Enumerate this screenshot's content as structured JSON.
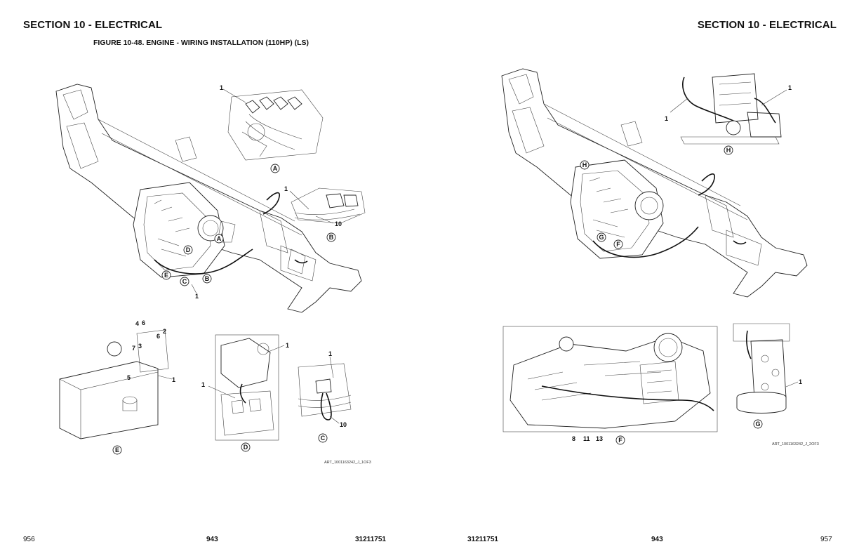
{
  "header": {
    "section_left": "SECTION 10 - ELECTRICAL",
    "section_right": "SECTION 10 - ELECTRICAL",
    "figure_title": "FIGURE 10-48. ENGINE - WIRING INSTALLATION (110HP) (LS)"
  },
  "left_page": {
    "art_code": "ART_1001163242_J_1OF3",
    "callouts": {
      "main": [
        "A",
        "B",
        "C",
        "D",
        "E",
        "1"
      ],
      "detail_a": [
        "1",
        "A"
      ],
      "detail_b": [
        "1",
        "10",
        "B"
      ],
      "detail_e": [
        "4",
        "6",
        "2",
        "7",
        "3",
        "6",
        "5",
        "1",
        "E"
      ],
      "detail_d": [
        "1",
        "1",
        "D"
      ],
      "detail_c": [
        "1",
        "10",
        "C"
      ]
    }
  },
  "right_page": {
    "art_code": "ART_1001163242_J_2OF3",
    "callouts": {
      "main": [
        "H",
        "G",
        "F"
      ],
      "detail_h": [
        "1",
        "1",
        "H"
      ],
      "detail_f": [
        "8",
        "11",
        "13",
        "F"
      ],
      "detail_g": [
        "1",
        "G"
      ]
    }
  },
  "footer": {
    "left_page_number": "956",
    "left_center_number": "943",
    "left_doc_number": "31211751",
    "right_doc_number": "31211751",
    "right_center_number": "943",
    "right_page_number": "957"
  }
}
